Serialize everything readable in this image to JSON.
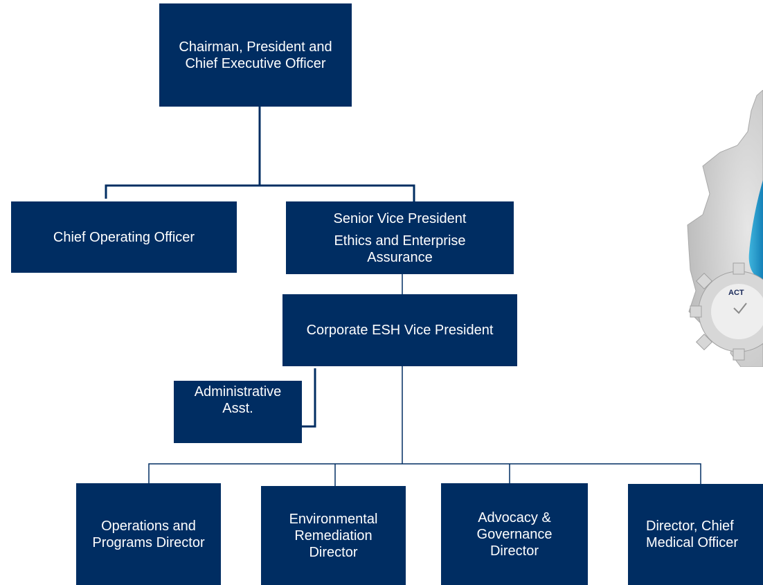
{
  "chart": {
    "ceo": {
      "line1": "Chairman, President and",
      "line2": "Chief Executive Officer"
    },
    "coo": {
      "label": "Chief Operating Officer"
    },
    "svp": {
      "line1": "Senior Vice President",
      "line2": "Ethics and Enterprise",
      "line3": "Assurance"
    },
    "esh_vp": {
      "label": "Corporate ESH Vice President"
    },
    "admin": {
      "line1": "Administrative",
      "line2": "Asst."
    },
    "directors": [
      {
        "line1": "Operations and",
        "line2": "Programs Director"
      },
      {
        "line1": "Environmental",
        "line2": "Remediation",
        "line3": "Director"
      },
      {
        "line1": "Advocacy &",
        "line2": "Governance",
        "line3": "Director"
      },
      {
        "line1": "Director, Chief",
        "line2": "Medical Officer"
      }
    ]
  },
  "graphic": {
    "act_label": "ACT"
  },
  "colors": {
    "box": "#002d62",
    "line": "#002d62",
    "gear": "#c8c8c8",
    "accent": "#1b9bd0"
  }
}
